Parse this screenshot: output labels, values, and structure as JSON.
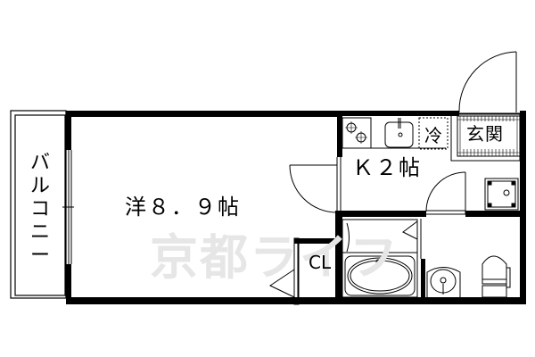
{
  "floorplan": {
    "rooms": {
      "main": {
        "label": "洋８．９帖",
        "type": "western-style room",
        "size_jo": "8.9"
      },
      "kitchen": {
        "label": "Ｋ２帖",
        "type": "kitchen",
        "size_jo": "2"
      },
      "balcony": {
        "label": "バルコニー"
      },
      "entrance": {
        "label": "玄関"
      },
      "closet": {
        "label": "CL"
      },
      "fridge": {
        "label": "冷"
      }
    },
    "watermark": "京都ライフ",
    "colors": {
      "wall": "#000000",
      "background": "#ffffff",
      "watermark": "#e6e6e6"
    }
  }
}
